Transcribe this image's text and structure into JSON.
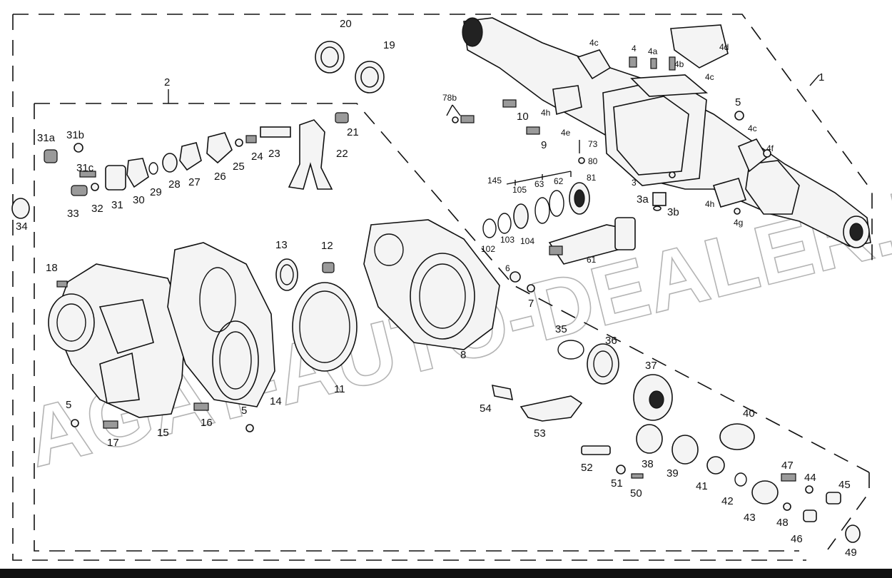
{
  "watermark": "AGAT-AUTO-DEALER.RU",
  "labels": {
    "p1": "1",
    "p2": "2",
    "p3": "3",
    "p3a": "3a",
    "p3b": "3b",
    "p4": "4",
    "p4a": "4a",
    "p4b": "4b",
    "p4c_top": "4c",
    "p4c_right": "4c",
    "p4d": "4d",
    "p4e": "4e",
    "p4f": "4f",
    "p4g": "4g",
    "p4h_a": "4h",
    "p4h_b": "4h",
    "p4c_small": "4c",
    "p5_top": "5",
    "p5_left": "5",
    "p5_mid": "5",
    "p6": "6",
    "p7": "7",
    "p8": "8",
    "p9": "9",
    "p10": "10",
    "p11": "11",
    "p12": "12",
    "p13": "13",
    "p14": "14",
    "p15": "15",
    "p16": "16",
    "p17": "17",
    "p18": "18",
    "p19": "19",
    "p20": "20",
    "p21": "21",
    "p22": "22",
    "p23": "23",
    "p24": "24",
    "p25": "25",
    "p26": "26",
    "p27": "27",
    "p28": "28",
    "p29": "29",
    "p30": "30",
    "p31": "31",
    "p31a": "31a",
    "p31b": "31b",
    "p31c": "31c",
    "p32": "32",
    "p33": "33",
    "p34": "34",
    "p35": "35",
    "p36": "36",
    "p37": "37",
    "p38": "38",
    "p39": "39",
    "p40": "40",
    "p41": "41",
    "p42": "42",
    "p43": "43",
    "p44": "44",
    "p45": "45",
    "p46": "46",
    "p47": "47",
    "p48": "48",
    "p49": "49",
    "p50": "50",
    "p51": "51",
    "p52": "52",
    "p53": "53",
    "p54": "54",
    "p61": "61",
    "p62": "62",
    "p63": "63",
    "p73": "73",
    "p78b": "78b",
    "p80": "80",
    "p81": "81",
    "p102": "102",
    "p103": "103",
    "p104": "104",
    "p105": "105",
    "p145": "145"
  }
}
